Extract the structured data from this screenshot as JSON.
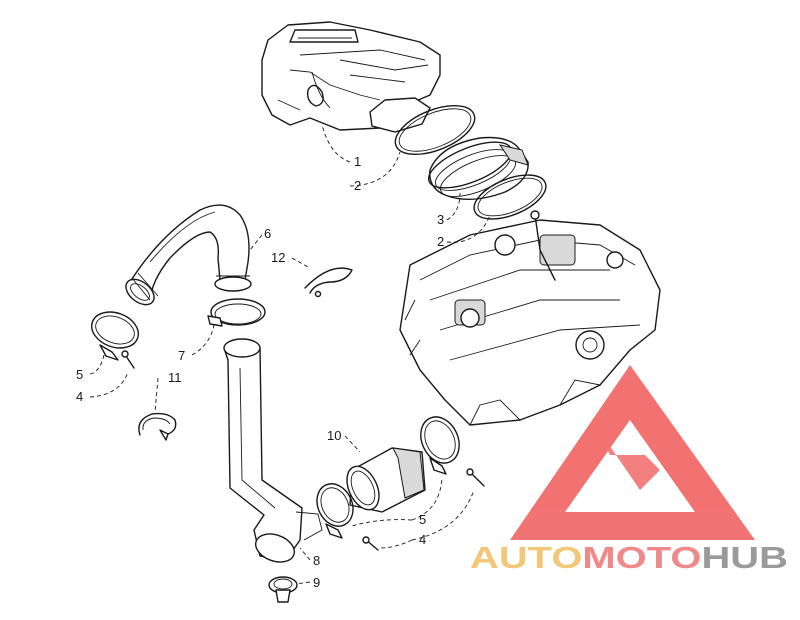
{
  "diagram": {
    "callouts": [
      {
        "id": "c1a",
        "label": "1"
      },
      {
        "id": "c2a",
        "label": "2"
      },
      {
        "id": "c3",
        "label": "3"
      },
      {
        "id": "c2b",
        "label": "2"
      },
      {
        "id": "c6",
        "label": "6"
      },
      {
        "id": "c12",
        "label": "12"
      },
      {
        "id": "c7",
        "label": "7"
      },
      {
        "id": "c5a",
        "label": "5"
      },
      {
        "id": "c4a",
        "label": "4"
      },
      {
        "id": "c11",
        "label": "11"
      },
      {
        "id": "c10",
        "label": "10"
      },
      {
        "id": "c5b",
        "label": "5"
      },
      {
        "id": "c4b",
        "label": "4"
      },
      {
        "id": "c8",
        "label": "8"
      },
      {
        "id": "c9",
        "label": "9"
      }
    ]
  },
  "watermark": {
    "word_part1": "AUTO",
    "word_part2": "MOTO",
    "word_part3": "HUB",
    "colors": {
      "auto": "#f2c777",
      "moto": "#f08a8a",
      "hub": "#9a9a9a",
      "logo": "#f05a5a"
    }
  }
}
